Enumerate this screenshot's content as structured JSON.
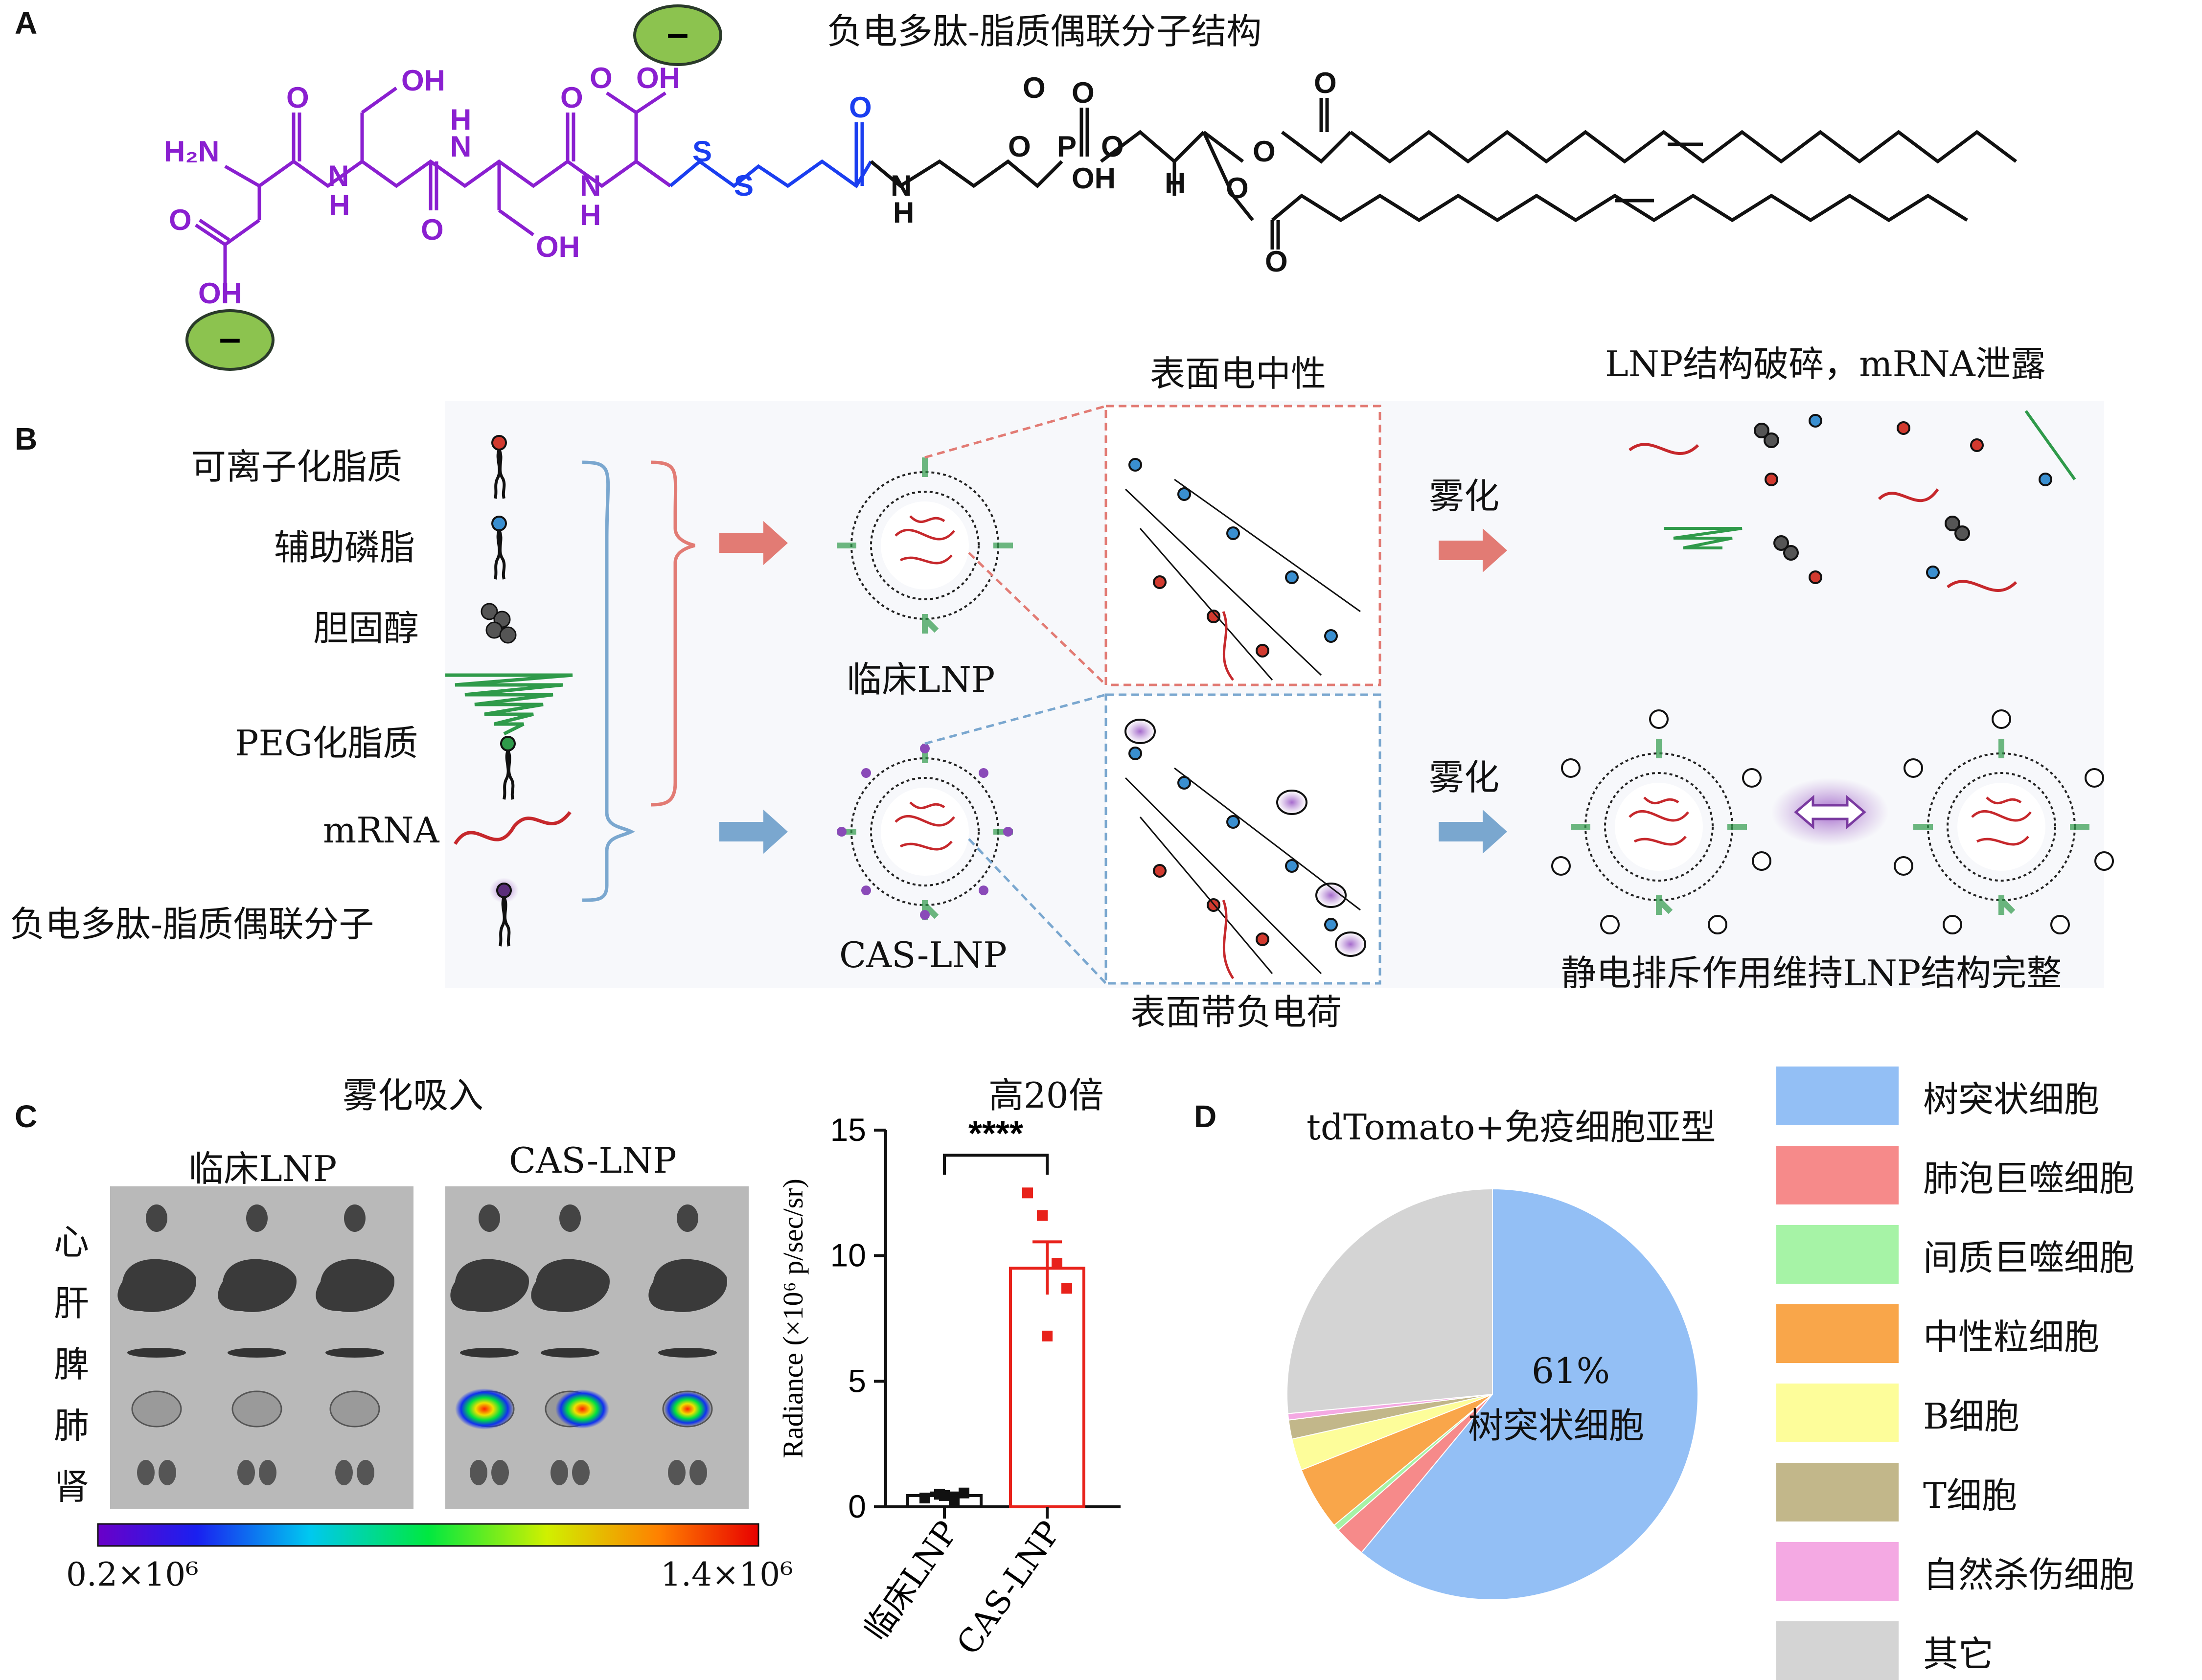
{
  "panels": {
    "a": "A",
    "b": "B",
    "c": "C",
    "d": "D"
  },
  "panelA": {
    "title": "负电多肽-脂质偶联分子结构",
    "minus": "–",
    "atoms": [
      "H₂N",
      "OH",
      "O",
      "OH",
      "O",
      "OH",
      "N",
      "H",
      "N",
      "H",
      "O",
      "N",
      "H",
      "O",
      "OH",
      "S",
      "S",
      "O",
      "N",
      "H",
      "O",
      "P",
      "O",
      "O",
      "O",
      "OH",
      "H",
      "O",
      "O",
      "O",
      "O"
    ]
  },
  "panelB": {
    "components": [
      "可离子化脂质",
      "辅助磷脂",
      "胆固醇",
      "PEG化脂质",
      "mRNA",
      "负电多肽-脂质偶联分子"
    ],
    "clinical_label": "临床LNP",
    "cas_label": "CAS-LNP",
    "surface_neutral": "表面电中性",
    "surface_negative": "表面带负电荷",
    "nebulize_top": "雾化",
    "nebulize_bottom": "雾化",
    "top_result": "LNP结构破碎，mRNA泄露",
    "bottom_result": "静电排斥作用维持LNP结构完整",
    "colors": {
      "ionizable": "#d23a2f",
      "helper": "#3a8fd0",
      "peg": "#2f9a4a",
      "mrna": "#c6282c",
      "peptide": "#7a3aa0",
      "arrow_red": "#e27b74",
      "arrow_blue": "#7aa7cf"
    }
  },
  "panelC": {
    "title": "雾化吸入",
    "group1": "临床LNP",
    "group2": "CAS-LNP",
    "organs": [
      "心",
      "肝",
      "脾",
      "肺",
      "肾"
    ],
    "colorbar_min": "0.2×10⁶",
    "colorbar_max": "1.4×10⁶",
    "chart_title": "高20倍",
    "sig": "****",
    "ylabel": "Radiance (×10⁶ p/sec/sr)",
    "yticks": [
      "0",
      "5",
      "10",
      "15"
    ]
  },
  "panelD": {
    "title": "tdTomato+免疫细胞亚型",
    "center_pct": "61%",
    "center_label": "树突状细胞"
  },
  "chart_data": [
    {
      "type": "bar",
      "title": "高20倍",
      "ylabel": "Radiance (×10⁶ p/sec/sr)",
      "ylim": [
        0,
        15
      ],
      "yticks": [
        0,
        5,
        10,
        15
      ],
      "categories": [
        "临床LNP",
        "CAS-LNP"
      ],
      "values": [
        0.45,
        9.5
      ],
      "sem": [
        0.1,
        1.05
      ],
      "points": [
        [
          0.35,
          0.5,
          0.2,
          0.55,
          0.45
        ],
        [
          12.5,
          11.6,
          9.7,
          8.7,
          6.8
        ]
      ],
      "colors": [
        "#111111",
        "#e8221b"
      ],
      "annotation": "****"
    },
    {
      "type": "pie",
      "title": "tdTomato+免疫细胞亚型",
      "labels": [
        "树突状细胞",
        "肺泡巨噬细胞",
        "间质巨噬细胞",
        "中性粒细胞",
        "B细胞",
        "T细胞",
        "自然杀伤细胞",
        "其它"
      ],
      "values": [
        61,
        2.5,
        0.5,
        5,
        2.5,
        1.5,
        0.5,
        26.5
      ],
      "colors": [
        "#93bff5",
        "#f68a8a",
        "#a6f3a6",
        "#f9a64a",
        "#fdfd9a",
        "#c2b78a",
        "#f4a9e3",
        "#d4d4d4"
      ]
    }
  ]
}
